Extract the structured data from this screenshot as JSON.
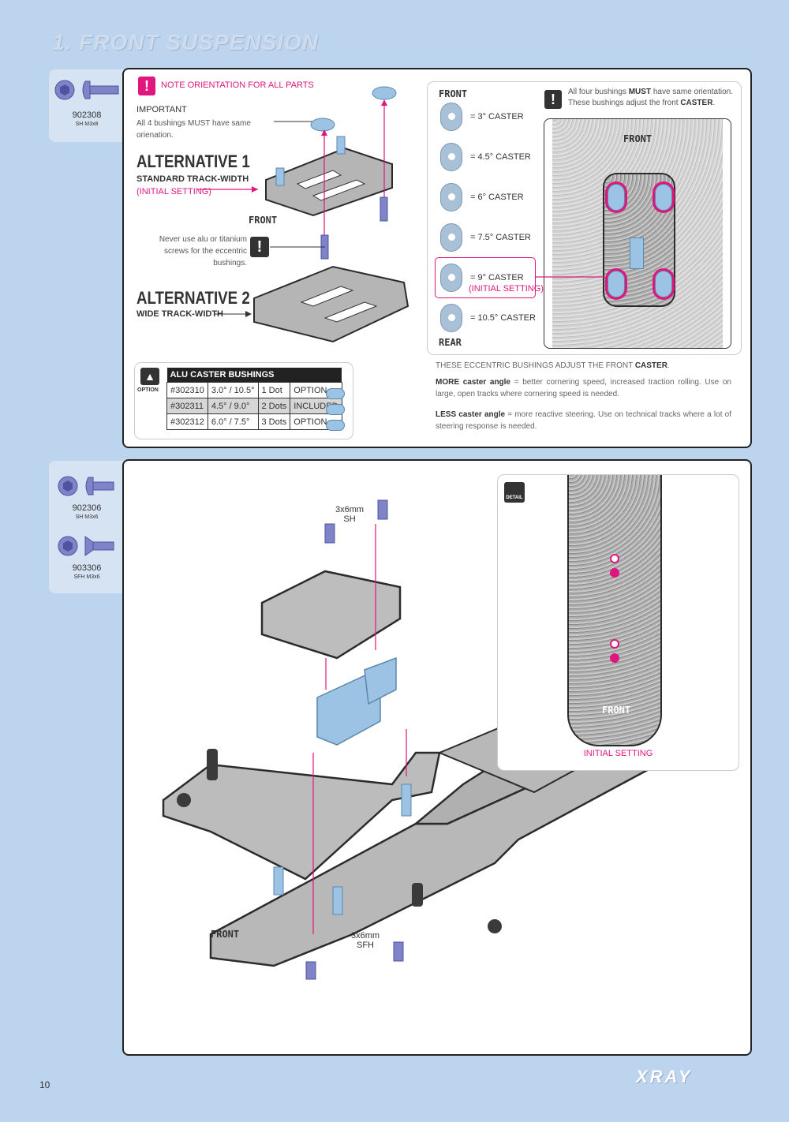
{
  "page": {
    "title": "1. FRONT SUSPENSION",
    "page_number": "10",
    "logo": "XRAY",
    "brand_color": "#e0167e"
  },
  "step1": {
    "parts": [
      {
        "number": "902308",
        "desc": "SH M3x8",
        "icon": "button-head-screw-icon"
      }
    ],
    "warning_icon": "exclamation-icon",
    "note_orientation": "NOTE ORIENTATION FOR ALL PARTS",
    "important_title": "IMPORTANT",
    "important_text": "All 4 bushings MUST have same orienation.",
    "alt1_title": "ALTERNATIVE 1",
    "alt1_sub": "STANDARD TRACK-WIDTH",
    "alt1_note": "(INITIAL SETTING)",
    "front_label": "FRONT",
    "never_use": "Never use alu or titanium screws for the eccentric bushings.",
    "alt2_title": "ALTERNATIVE 2",
    "alt2_sub": "WIDE TRACK-WIDTH",
    "option_label": "OPTION",
    "option_icon": "thumbs-up-icon",
    "bushing_table": {
      "header": "ALU CASTER BUSHINGS",
      "rows": [
        [
          "#302310",
          "3.0° / 10.5°",
          "1 Dot",
          "OPTION"
        ],
        [
          "#302311",
          "4.5° / 9.0°",
          "2 Dots",
          "INCLUDED"
        ],
        [
          "#302312",
          "6.0° / 7.5°",
          "3 Dots",
          "OPTION"
        ]
      ]
    },
    "caster": {
      "front": "FRONT",
      "rear": "REAR",
      "items": [
        "= 3° CASTER",
        "= 4.5° CASTER",
        "= 6° CASTER",
        "= 7.5° CASTER",
        "= 9° CASTER",
        "= 10.5° CASTER"
      ],
      "initial": "(INITIAL SETTING)",
      "warning_prefix": "All four bushings ",
      "warning_must": "MUST",
      "warning_mid": " have same orientation. These bushings adjust the front ",
      "warning_caster": "CASTER",
      "warning_end": ".",
      "detail_front": "FRONT"
    },
    "explain_prefix": "THESE ECCENTRIC BUSHINGS ADJUST THE FRONT ",
    "explain_bold": "CASTER",
    "explain_end": ".",
    "more_bold": "MORE caster angle",
    "more_text": " = better cornering speed, increased traction rolling. Use on large, open tracks where cornering speed is needed.",
    "less_bold": "LESS caster angle",
    "less_text": " = more reactive steering. Use on technical tracks where a lot of steering response is needed."
  },
  "step2": {
    "parts": [
      {
        "number": "902306",
        "desc": "SH M3x6",
        "icon": "button-head-screw-icon"
      },
      {
        "number": "903306",
        "desc": "SFH M3x6",
        "icon": "flat-head-screw-icon"
      }
    ],
    "top_screw": {
      "size": "3x6mm",
      "type": "SH"
    },
    "bottom_screw": {
      "size": "3x6mm",
      "type": "SFH"
    },
    "front_label": "FRONT",
    "detail_icon": "detail-magnifier-icon",
    "detail_label": "DETAIL",
    "detail_front": "FRONT",
    "initial_setting": "INITIAL SETTING"
  }
}
